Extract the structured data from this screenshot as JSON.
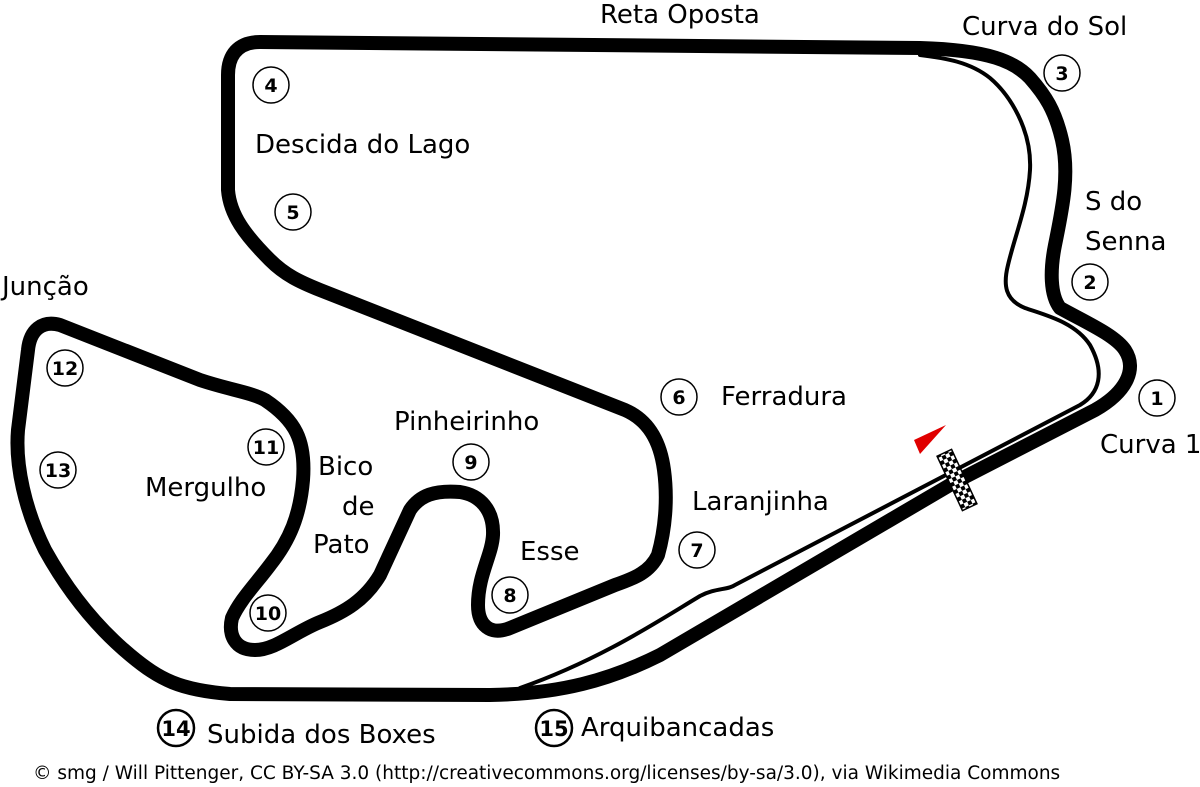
{
  "title": "Interlagos circuit map",
  "colors": {
    "track": "#000000",
    "background": "#ffffff",
    "marker": "#e00000"
  },
  "corners": [
    {
      "number": "1",
      "name": "Curva 1"
    },
    {
      "number": "2",
      "name": "S do Senna"
    },
    {
      "number": "3",
      "name": "Curva do Sol"
    },
    {
      "number": "4",
      "name": "Descida do Lago"
    },
    {
      "number": "5"
    },
    {
      "number": "6",
      "name": "Ferradura"
    },
    {
      "number": "7",
      "name": "Laranjinha"
    },
    {
      "number": "8",
      "name": "Esse"
    },
    {
      "number": "9",
      "name": "Pinheirinho"
    },
    {
      "number": "10"
    },
    {
      "number": "11",
      "name": "Mergulho"
    },
    {
      "number": "12",
      "name": "Junção"
    },
    {
      "number": "13"
    },
    {
      "number": "14",
      "name": "Subida dos Boxes"
    },
    {
      "number": "15",
      "name": "Arquibancadas"
    }
  ],
  "labels": {
    "reta_oposta": "Reta Oposta",
    "s_do_senna_line1": "S do",
    "s_do_senna_line2": "Senna",
    "bico_line1": "Bico",
    "bico_line2": "de",
    "bico_line3": "Pato"
  },
  "credit": "© smg / Will Pittenger, CC BY-SA 3.0 (http://creativecommons.org/licenses/by-sa/3.0), via Wikimedia Commons"
}
